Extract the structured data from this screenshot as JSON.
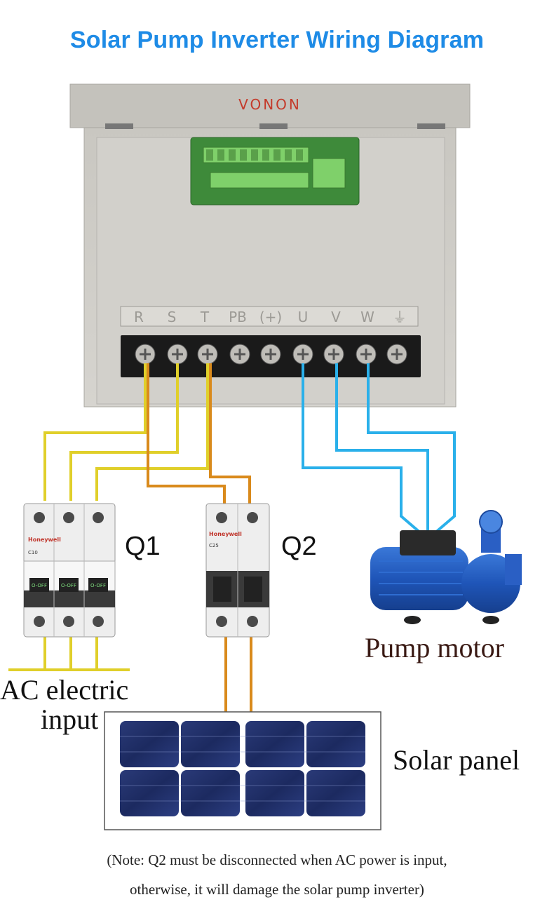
{
  "title": "Solar Pump Inverter Wiring Diagram",
  "brand": "VONON",
  "terminals": [
    "R",
    "S",
    "T",
    "PB",
    "(+)",
    "U",
    "V",
    "W",
    "⏚"
  ],
  "breakers": {
    "q1": {
      "label": "Q1",
      "maker": "Honeywell",
      "model": "C10",
      "switch_text": "O-OFF"
    },
    "q2": {
      "label": "Q2",
      "maker": "Honeywell",
      "model": "C25"
    }
  },
  "labels": {
    "pump_motor": "Pump motor",
    "ac_input_line1": "AC electric",
    "ac_input_line2": "input",
    "solar_panel": "Solar panel"
  },
  "note": {
    "line1": "(Note: Q2 must be disconnected when AC power is input,",
    "line2": "otherwise, it will damage the solar pump inverter)"
  },
  "colors": {
    "title": "#1e8be6",
    "ac_wire": "#e0cf2a",
    "solar_wire": "#d98a1c",
    "motor_wire": "#2ab0ea",
    "pump_body": "#1f55b8"
  }
}
